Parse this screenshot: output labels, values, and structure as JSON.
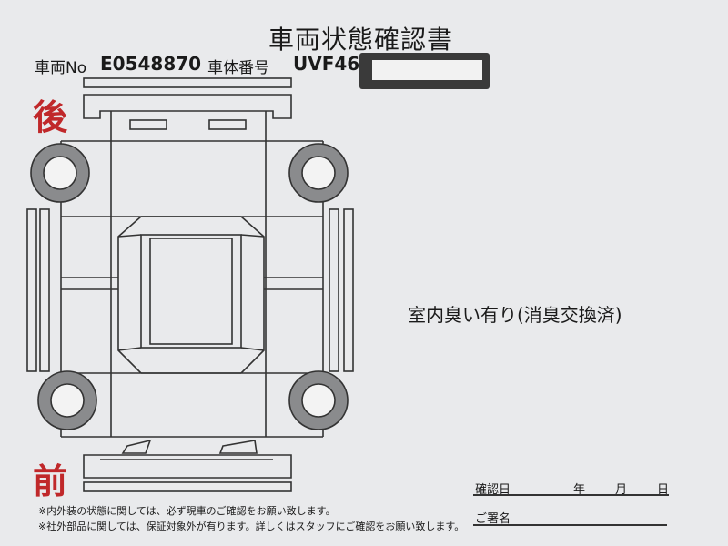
{
  "title": "車両状態確認書",
  "header": {
    "car_no_label": "車両No",
    "car_no_value": "E0548870",
    "body_no_label": "車体番号",
    "body_no_value": "UVF46-"
  },
  "diagram": {
    "rear_label": "後",
    "front_label": "前",
    "accent": "#c0282a"
  },
  "note": "室内臭い有り(消臭交換済)",
  "footer": {
    "line1": "※内外装の状態に関しては、必ず現車のご確認をお願い致します。",
    "line2": "※社外部品に関しては、保証対象外が有ります。詳しくはスタッフにご確認をお願い致します。"
  },
  "signature": {
    "confirm_date_label": "確認日",
    "year": "年",
    "month": "月",
    "day": "日",
    "sign_label": "ご署名"
  }
}
